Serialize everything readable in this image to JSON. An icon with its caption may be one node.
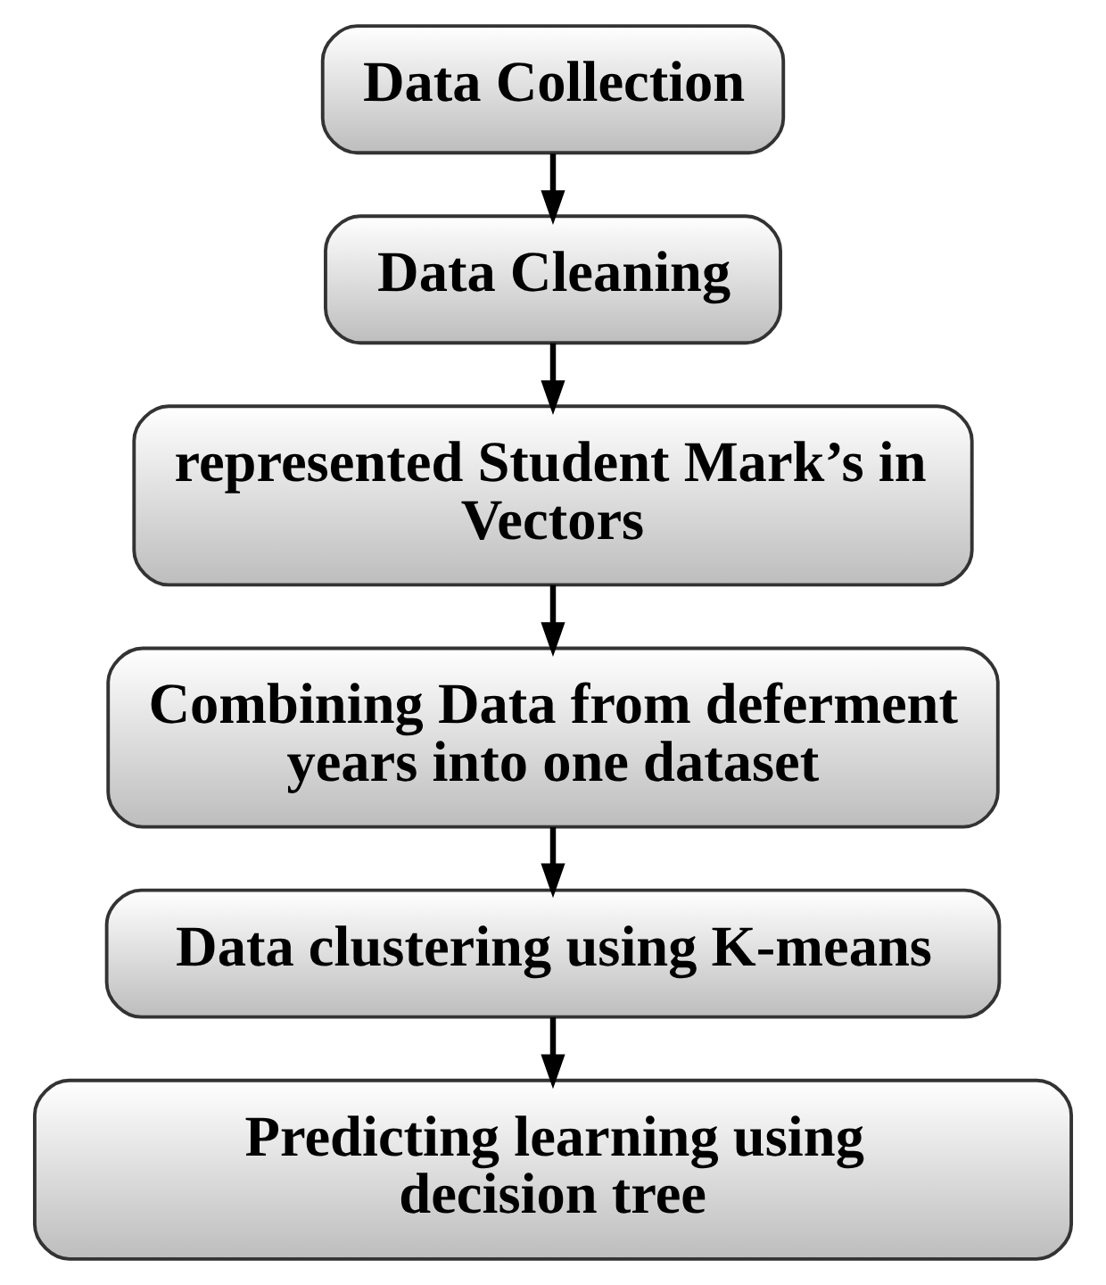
{
  "diagram": {
    "nodes": [
      {
        "text": [
          "Data Collection"
        ]
      },
      {
        "text": [
          "Data Cleaning"
        ]
      },
      {
        "text": [
          "represented Student Mark’s in Vectors"
        ]
      },
      {
        "text": [
          "Combining Data from deferment years into one dataset"
        ]
      },
      {
        "text": [
          "Data clustering using K-means"
        ]
      },
      {
        "text": [
          "Predicting learning using decision tree"
        ]
      }
    ],
    "edges": [
      {
        "from": 0,
        "to": 1,
        "arrow": "to"
      },
      {
        "from": 1,
        "to": 2,
        "arrow": "to"
      },
      {
        "from": 2,
        "to": 3,
        "arrow": "to"
      },
      {
        "from": 3,
        "to": 4,
        "arrow": "to"
      },
      {
        "from": 4,
        "to": 5,
        "arrow": "to"
      }
    ]
  }
}
